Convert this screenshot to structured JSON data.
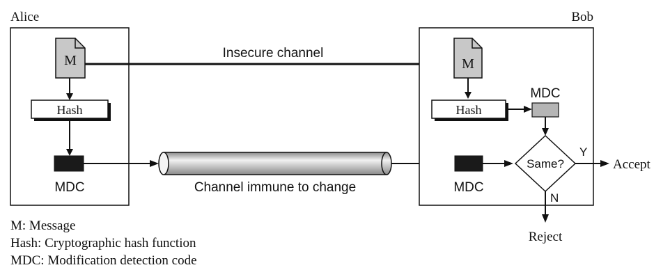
{
  "labels": {
    "alice": "Alice",
    "bob": "Bob",
    "insecure_channel": "Insecure channel",
    "immune_channel": "Channel immune to change",
    "message_letter": "M",
    "hash": "Hash",
    "mdc": "MDC",
    "same": "Same?",
    "yes": "Y",
    "no": "N",
    "accept": "Accept",
    "reject": "Reject"
  },
  "legend": [
    "M: Message",
    "Hash: Cryptographic hash function",
    "MDC: Modification detection code"
  ],
  "colors": {
    "document_fill": "#c8c8c8",
    "mdc_alice_fill": "#1a1a1a",
    "mdc_bob_received_fill": "#1a1a1a",
    "mdc_bob_computed_fill": "#b5b5b5",
    "pipe_light": "#f2f2f2",
    "pipe_dark": "#8a8a8a"
  }
}
